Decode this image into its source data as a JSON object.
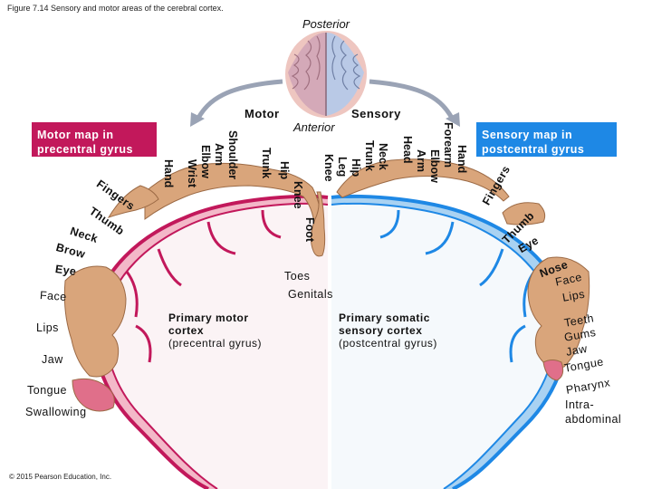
{
  "caption": "Figure 7.14 Sensory and motor areas of the cerebral cortex.",
  "posterior": "Posterior",
  "anterior": "Anterior",
  "motor_heading": "Motor",
  "sensory_heading": "Sensory",
  "motor_map_title_line1": "Motor map in",
  "motor_map_title_line2": "precentral gyrus",
  "sensory_map_title_line1": "Sensory map in",
  "sensory_map_title_line2": "postcentral gyrus",
  "motor_rotated_labels": [
    "Hand",
    "Wrist",
    "Elbow",
    "Arm",
    "Shoulder",
    "Trunk",
    "Hip",
    "Knee"
  ],
  "motor_curved_labels": [
    "Fingers",
    "Thumb",
    "Neck",
    "Brow",
    "Eye"
  ],
  "motor_plain_labels": [
    "Face",
    "Lips",
    "Jaw",
    "Tongue",
    "Swallowing"
  ],
  "midline_labels": [
    "Foot",
    "Toes",
    "Genitals"
  ],
  "sensory_rotated_labels": [
    "Knee",
    "Leg",
    "Hip",
    "Trunk",
    "Neck",
    "Head",
    "Arm",
    "Elbow",
    "Forearm",
    "Hand"
  ],
  "sensory_curved_labels": [
    "Fingers",
    "Thumb",
    "Eye",
    "Nose",
    "Face",
    "Lips"
  ],
  "sensory_plain_labels": [
    "Teeth",
    "Gums",
    "Jaw",
    "Tongue",
    "Pharynx",
    "Intra-",
    "abdominal"
  ],
  "motor_cortex_label": [
    "Primary motor",
    "cortex",
    "(precentral gyrus)"
  ],
  "sensory_cortex_label": [
    "Primary somatic",
    "sensory cortex",
    "(postcentral gyrus)"
  ],
  "copyright": "© 2015 Pearson Education, Inc.",
  "colors": {
    "motor": "#c2185b",
    "motor_fill": "#f3b8c8",
    "sensory": "#1e88e5",
    "sensory_fill": "#a9d2f2",
    "skin": "#d9a57b",
    "white_matter": "#fbf3f5"
  }
}
